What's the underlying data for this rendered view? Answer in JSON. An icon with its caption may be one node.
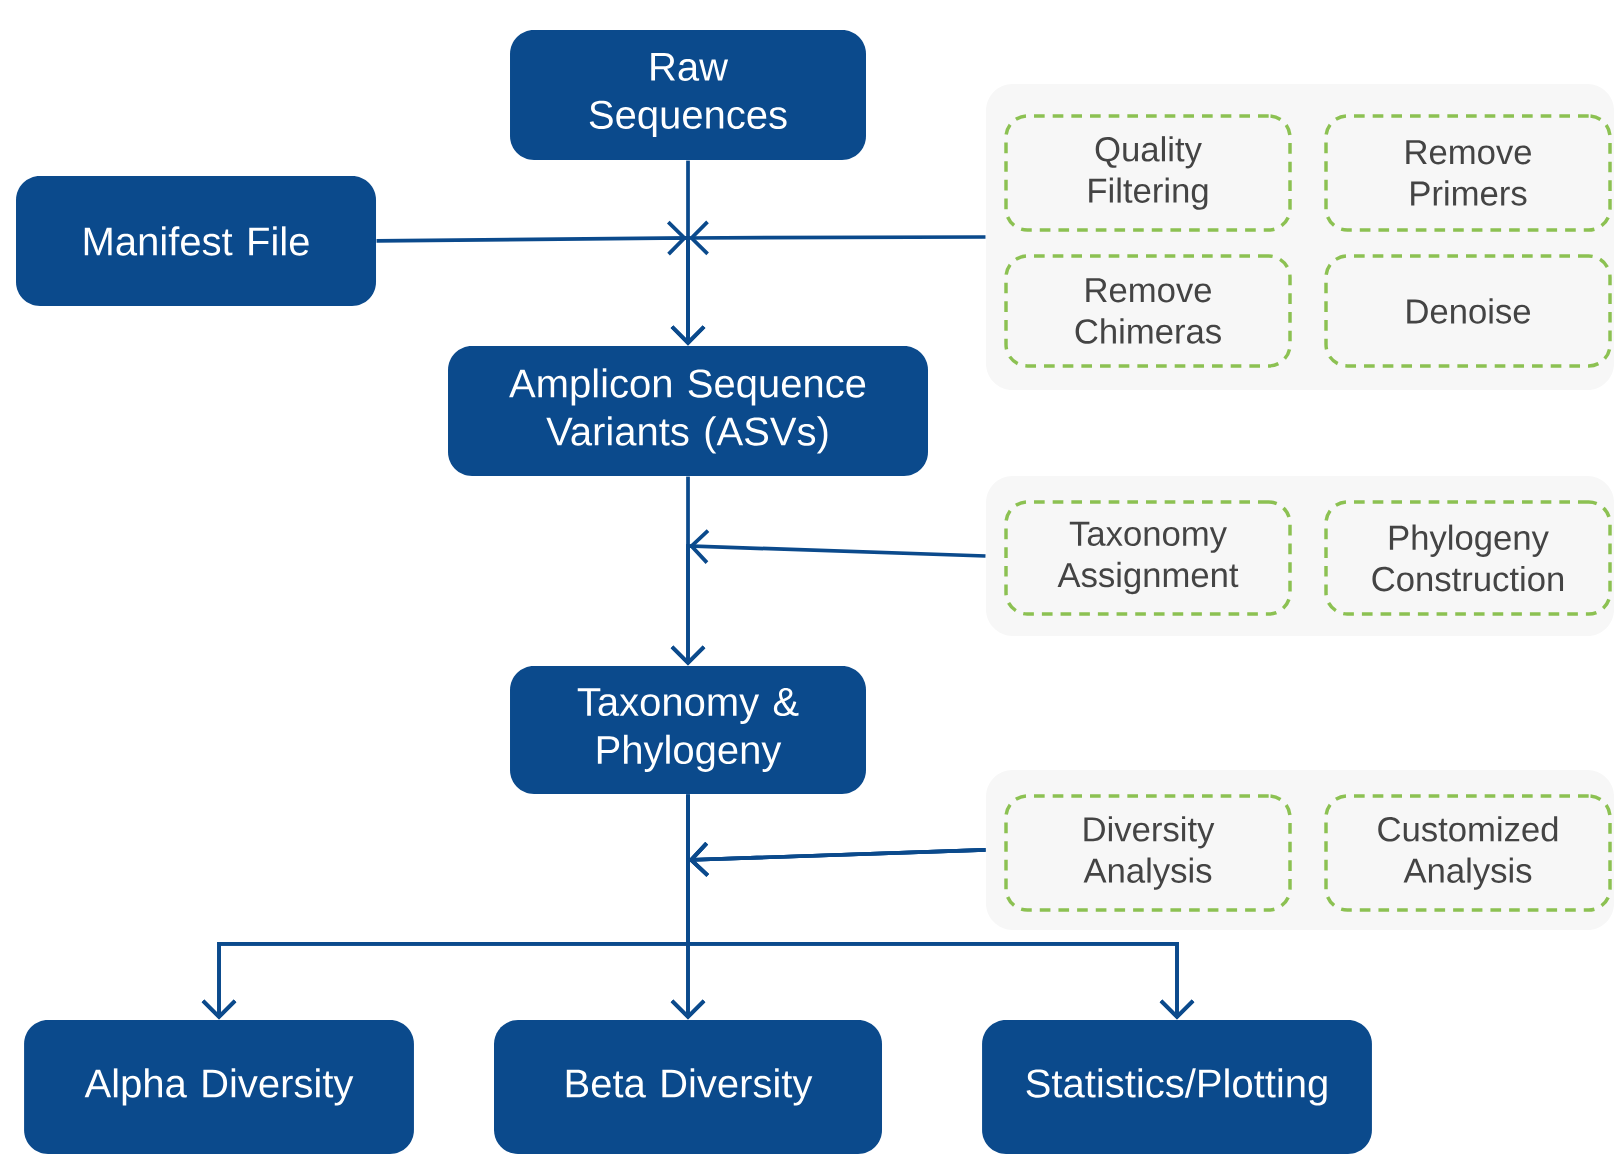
{
  "diagram": {
    "nodes": [
      {
        "text": [
          "Raw Sequences"
        ]
      },
      {
        "text": [
          "Manifest File"
        ]
      },
      {
        "text": [
          "Amplicon Sequence Variants (ASVs)"
        ]
      },
      {
        "text": [
          "Taxonomy & Phylogeny"
        ]
      },
      {
        "text": [
          "Alpha Diversity"
        ]
      },
      {
        "text": [
          "Beta Diversity"
        ]
      },
      {
        "text": [
          "Statistics/Plotting"
        ]
      },
      {
        "text": [],
        "shape": "box"
      },
      {
        "text": [
          "Quality Filtering"
        ],
        "in": 7
      },
      {
        "text": [
          "Remove Primers"
        ],
        "in": 7
      },
      {
        "text": [
          "Remove Chimeras"
        ],
        "in": 7
      },
      {
        "text": [
          "Denoise"
        ],
        "in": 7
      },
      {
        "text": [],
        "shape": "box"
      },
      {
        "text": [
          "Taxonomy Assignment"
        ],
        "in": 12
      },
      {
        "text": [
          "Phylogeny Construction"
        ],
        "in": 12
      },
      {
        "text": [],
        "shape": "box"
      },
      {
        "text": [
          "Diversity Analysis"
        ],
        "in": 15
      },
      {
        "text": [
          "Customized Analysis"
        ],
        "in": 15
      }
    ],
    "edges": [
      {
        "from": 0,
        "to": 2,
        "arrow": "to"
      },
      {
        "from": 1,
        "to": 2,
        "arrow": "to"
      },
      {
        "from": 7,
        "to": 2,
        "arrow": "to"
      },
      {
        "from": 2,
        "to": 3,
        "arrow": "to"
      },
      {
        "from": 12,
        "to": 3,
        "arrow": "to"
      },
      {
        "from": 3,
        "to": 4,
        "arrow": "to"
      },
      {
        "from": 3,
        "to": 5,
        "arrow": "to"
      },
      {
        "from": 3,
        "to": 6,
        "arrow": "to"
      },
      {
        "from": 15,
        "to": 4,
        "arrow": "to"
      },
      {
        "from": 15,
        "to": 5,
        "arrow": "to"
      },
      {
        "from": 15,
        "to": 6,
        "arrow": "to"
      }
    ]
  }
}
